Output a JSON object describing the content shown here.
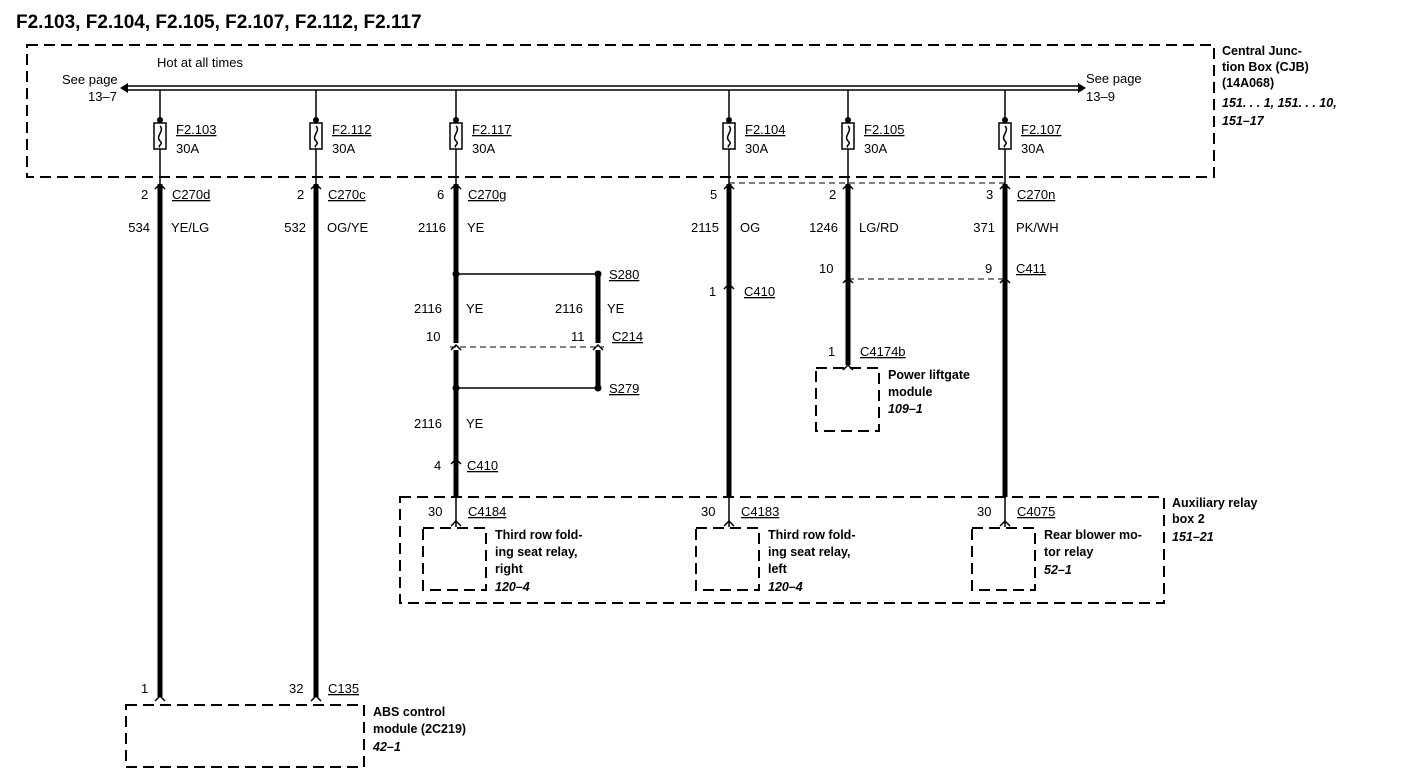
{
  "title": "F2.103, F2.104, F2.105, F2.107, F2.112, F2.117",
  "cjb": {
    "label": [
      "Central Junc-",
      "tion Box (CJB)",
      "(14A068)"
    ],
    "refs": [
      "151. . . 1, 151. . . 10,",
      "151–17"
    ],
    "hot_label": "Hot at all times",
    "see_left": [
      "See page",
      "13–7"
    ],
    "see_right": [
      "See page",
      "13–9"
    ]
  },
  "fuses": [
    {
      "name": "F2.103",
      "amps": "30A",
      "pin": "2",
      "connector": "C270d",
      "circuit": "534",
      "color": "YE/LG"
    },
    {
      "name": "F2.112",
      "amps": "30A",
      "pin": "2",
      "connector": "C270c",
      "circuit": "532",
      "color": "OG/YE"
    },
    {
      "name": "F2.117",
      "amps": "30A",
      "pin": "6",
      "connector": "C270g",
      "circuit": "2116",
      "color": "YE"
    },
    {
      "name": "F2.104",
      "amps": "30A",
      "pin": "5",
      "connector": "",
      "circuit": "2115",
      "color": "OG"
    },
    {
      "name": "F2.105",
      "amps": "30A",
      "pin": "2",
      "connector": "",
      "circuit": "1246",
      "color": "LG/RD"
    },
    {
      "name": "F2.107",
      "amps": "30A",
      "pin": "3",
      "connector": "C270n",
      "circuit": "371",
      "color": "PK/WH"
    }
  ],
  "splices": {
    "s280": "S280",
    "s279": "S279",
    "c214": "C214",
    "c214_pin_left": "10",
    "c214_pin_right": "11",
    "circuit_left": "2116",
    "color_left": "YE",
    "circuit_right": "2116",
    "color_right": "YE",
    "circuit_lower": "2116",
    "color_lower": "YE"
  },
  "c410_a": {
    "pin": "4",
    "name": "C410"
  },
  "c410_b": {
    "pin": "1",
    "name": "C410"
  },
  "c411": {
    "pin_left": "10",
    "pin_right": "9",
    "name": "C411"
  },
  "liftgate": {
    "pin": "1",
    "connector": "C4174b",
    "label": [
      "Power liftgate",
      "module"
    ],
    "ref": "109–1"
  },
  "aux_box": {
    "label": [
      "Auxiliary relay",
      "box 2"
    ],
    "ref": "151–21",
    "relays": [
      {
        "pin": "30",
        "connector": "C4184",
        "label": [
          "Third row fold-",
          "ing seat relay,",
          "right"
        ],
        "ref": "120–4"
      },
      {
        "pin": "30",
        "connector": "C4183",
        "label": [
          "Third row fold-",
          "ing seat relay,",
          "left"
        ],
        "ref": "120–4"
      },
      {
        "pin": "30",
        "connector": "C4075",
        "label": [
          "Rear blower mo-",
          "tor relay"
        ],
        "ref": "52–1"
      }
    ]
  },
  "abs": {
    "pin_left": "1",
    "pin_right": "32",
    "connector": "C135",
    "label": [
      "ABS control",
      "module (2C219)"
    ],
    "ref": "42–1"
  }
}
